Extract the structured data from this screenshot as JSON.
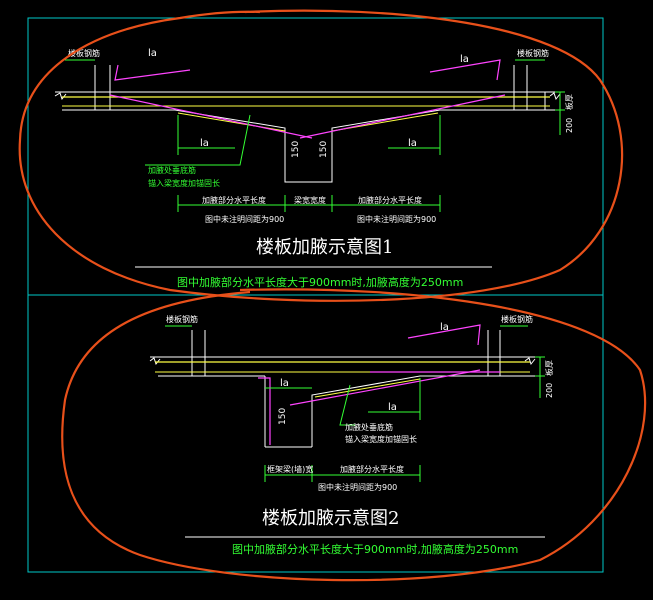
{
  "colors": {
    "background": "#000000",
    "frame": "#00c8c8",
    "slab": "#ffffff",
    "rebar_top": "#ffff44",
    "rebar_bottom": "#ff44ff",
    "dimension": "#33ff33",
    "annotation": "#33ff33",
    "markup": "#e8501a"
  },
  "figure1": {
    "callout_left": "楼板钢筋",
    "callout_right": "楼板钢筋",
    "lap_top_left": "la",
    "lap_top_right": "la",
    "lap_bottom_left": "la",
    "lap_bottom_right": "la",
    "haunch_height_left": "150",
    "haunch_height_right": "150",
    "slab_thickness_top": "板厚",
    "slab_thickness_bottom": "200",
    "note_line1": "加腋处垂底筋",
    "note_line2": "锚入梁宽度加锚固长",
    "dim_left": "加腋部分水平长度",
    "dim_mid": "梁宽宽度",
    "dim_right": "加腋部分水平长度",
    "spacing_left": "图中未注明间距为900",
    "spacing_right": "图中未注明间距为900",
    "title": "楼板加腋示意图1",
    "subtitle": "图中加腋部分水平长度大于900mm时,加腋高度为250mm"
  },
  "figure2": {
    "callout_left": "楼板钢筋",
    "callout_right": "楼板钢筋",
    "lap_top": "la",
    "lap_bottom_left": "la",
    "lap_bottom_right": "la",
    "haunch_height": "150",
    "slab_thickness_top": "板厚",
    "slab_thickness_bottom": "200",
    "note_line1": "加腋处垂底筋",
    "note_line2": "锚入梁宽度加锚固长",
    "dim_left": "框架梁(墙)宽",
    "dim_right": "加腋部分水平长度",
    "spacing": "图中未注明间距为900",
    "title": "楼板加腋示意图2",
    "subtitle": "图中加腋部分水平长度大于900mm时,加腋高度为250mm"
  }
}
